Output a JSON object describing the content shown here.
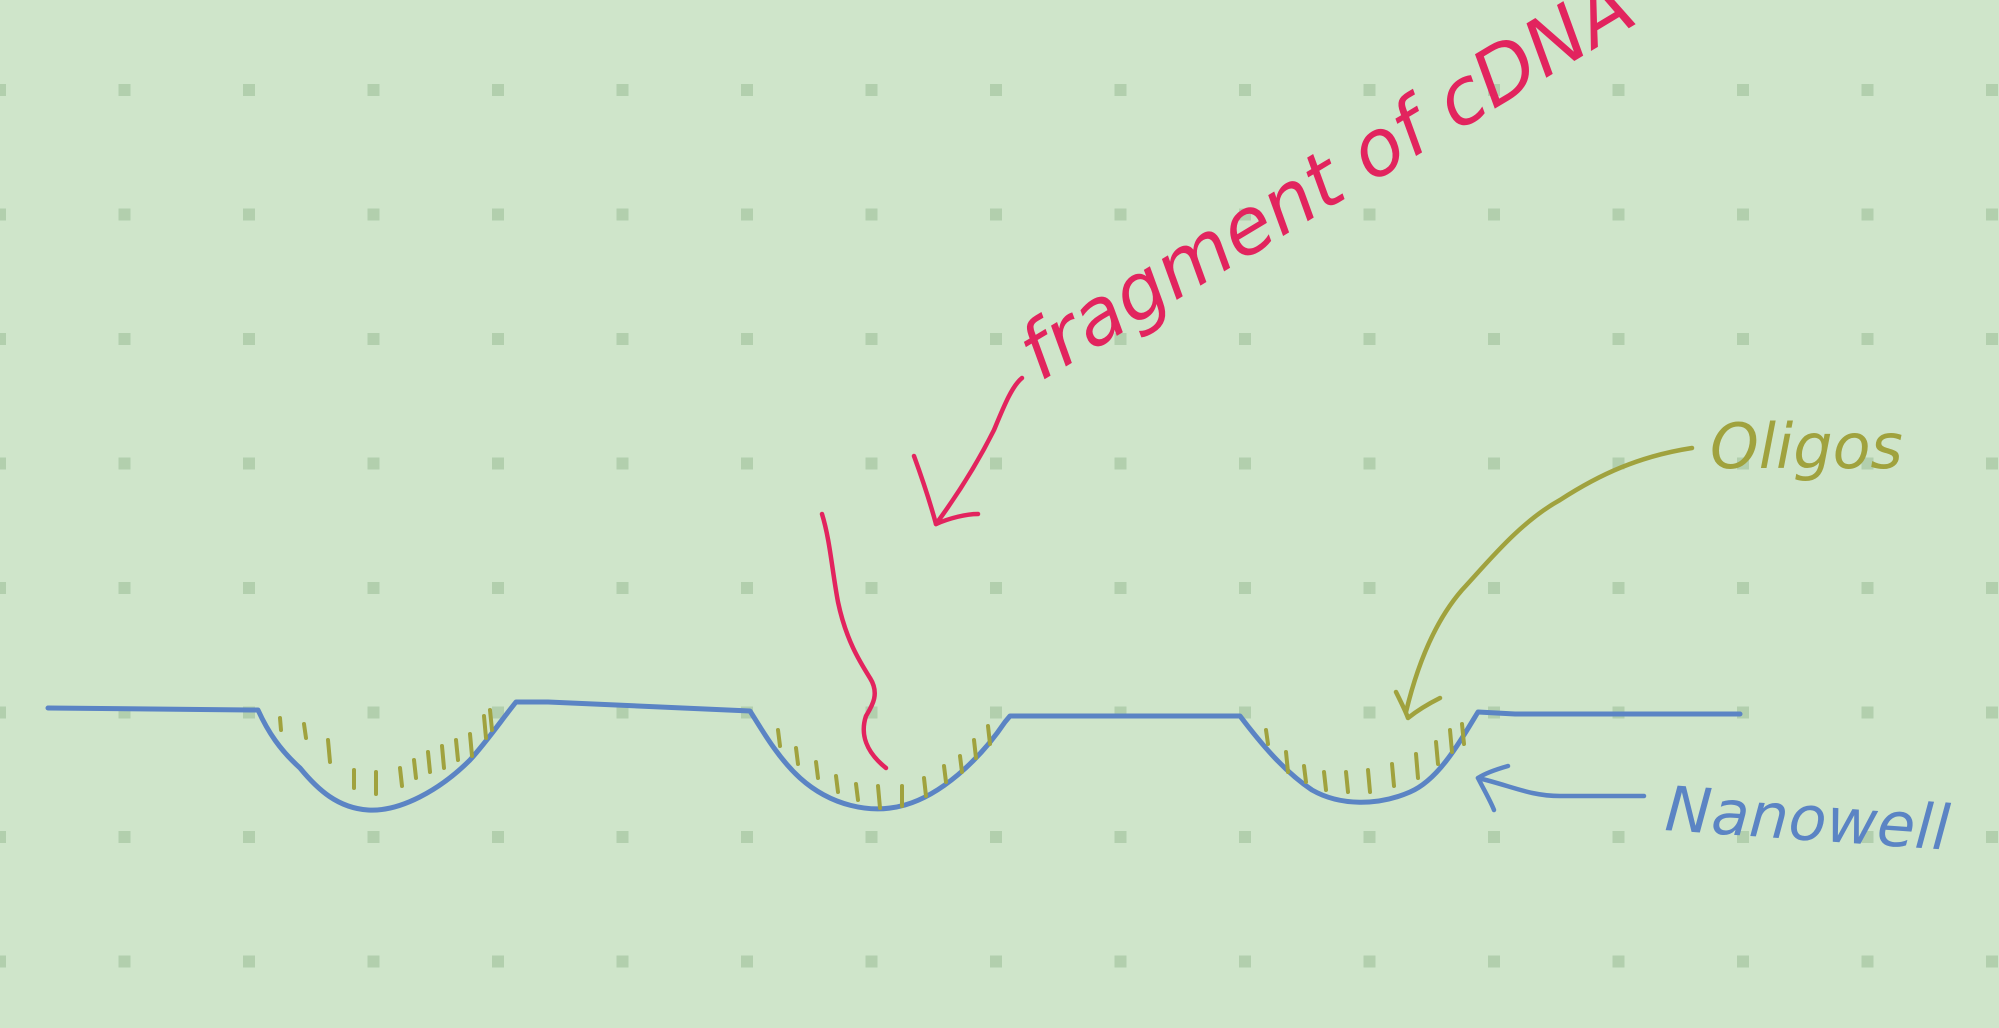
{
  "colors": {
    "background": "#cfe5ca",
    "grid_dot": "#b2cfad",
    "nanowell": "#5b84c4",
    "oligos": "#a0a23e",
    "cdna": "#e2245e"
  },
  "labels": {
    "cdna": "fragment of cDNA",
    "oligos": "Oligos",
    "nanowell": "Nanowell"
  }
}
